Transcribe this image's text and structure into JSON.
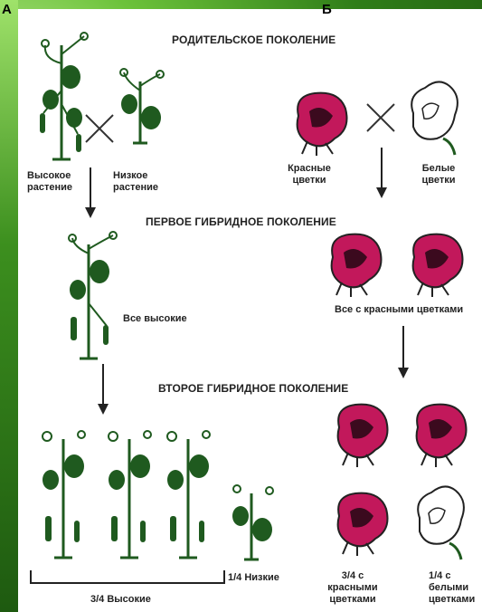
{
  "panel_letters": {
    "a": "А",
    "b": "Б"
  },
  "headings": {
    "parental": "РОДИТЕЛЬСКОЕ ПОКОЛЕНИЕ",
    "first_hybrid": "ПЕРВОЕ ГИБРИДНОЕ ПОКОЛЕНИЕ",
    "second_hybrid": "ВТОРОЕ ГИБРИДНОЕ ПОКОЛЕНИЕ"
  },
  "left": {
    "tall_line1": "Высокое",
    "tall_line2": "растение",
    "short_line1": "Низкое",
    "short_line2": "растение",
    "all_tall": "Все высокие",
    "three_quarter_tall": "3/4 Высокие",
    "one_quarter_short": "1/4 Низкие"
  },
  "right": {
    "red_line1": "Красные",
    "red_line2": "цветки",
    "white_line1": "Белые",
    "white_line2": "цветки",
    "all_red": "Все с красными цветками",
    "three_quarter_red_l1": "3/4 с",
    "three_quarter_red_l2": "красными",
    "three_quarter_red_l3": "цветками",
    "one_quarter_white_l1": "1/4 с",
    "one_quarter_white_l2": "белыми",
    "one_quarter_white_l3": "цветками"
  },
  "colors": {
    "plant": "#1f5a1f",
    "red_flower": "#c2185b",
    "white_flower": "#ffffff"
  }
}
